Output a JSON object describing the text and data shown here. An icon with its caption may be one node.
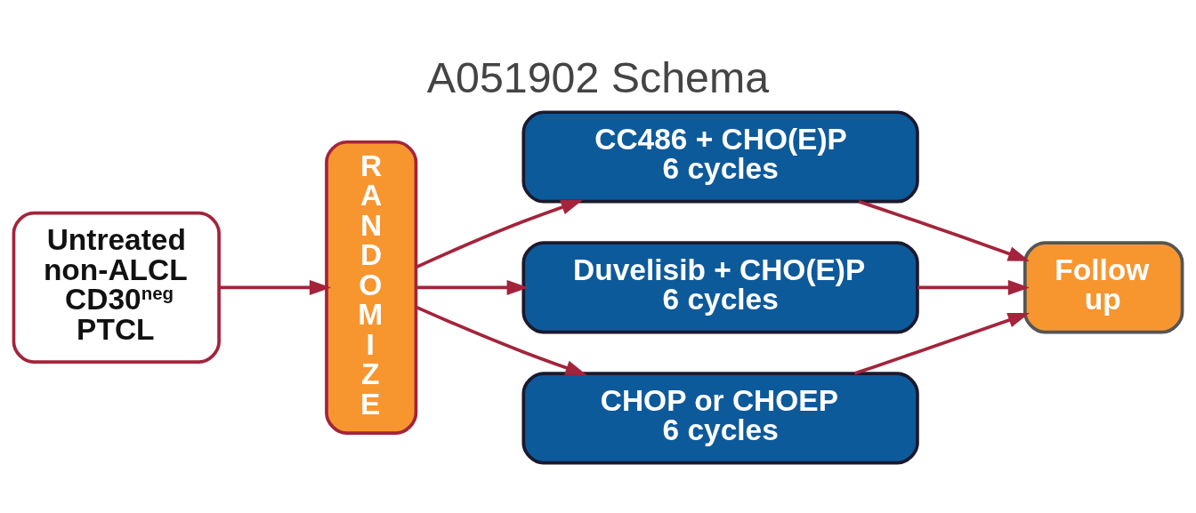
{
  "diagram": {
    "title": "A051902 Schema",
    "nodes": [
      {
        "text": [
          "Untreated non-ALCL CD30$^{neg}$ PTCL"
        ]
      },
      {
        "text": [
          "RANDOMIZE"
        ]
      },
      {
        "text": [
          "CC486 + CHO(E)P",
          "6 cycles"
        ]
      },
      {
        "text": [
          "Duvelisib + CHO(E)P",
          "6 cycles"
        ]
      },
      {
        "text": [
          "CHOP or CHOEP",
          "6 cycles"
        ]
      },
      {
        "text": [
          "Follow up"
        ]
      }
    ],
    "edges": [
      {
        "from": 0,
        "to": 1,
        "arrow": "to"
      },
      {
        "from": 1,
        "to": 2,
        "arrow": "to"
      },
      {
        "from": 1,
        "to": 3,
        "arrow": "to"
      },
      {
        "from": 1,
        "to": 4,
        "arrow": "to"
      },
      {
        "from": 2,
        "to": 5,
        "arrow": "to"
      },
      {
        "from": 3,
        "to": 5,
        "arrow": "to"
      },
      {
        "from": 4,
        "to": 5,
        "arrow": "to"
      }
    ]
  }
}
